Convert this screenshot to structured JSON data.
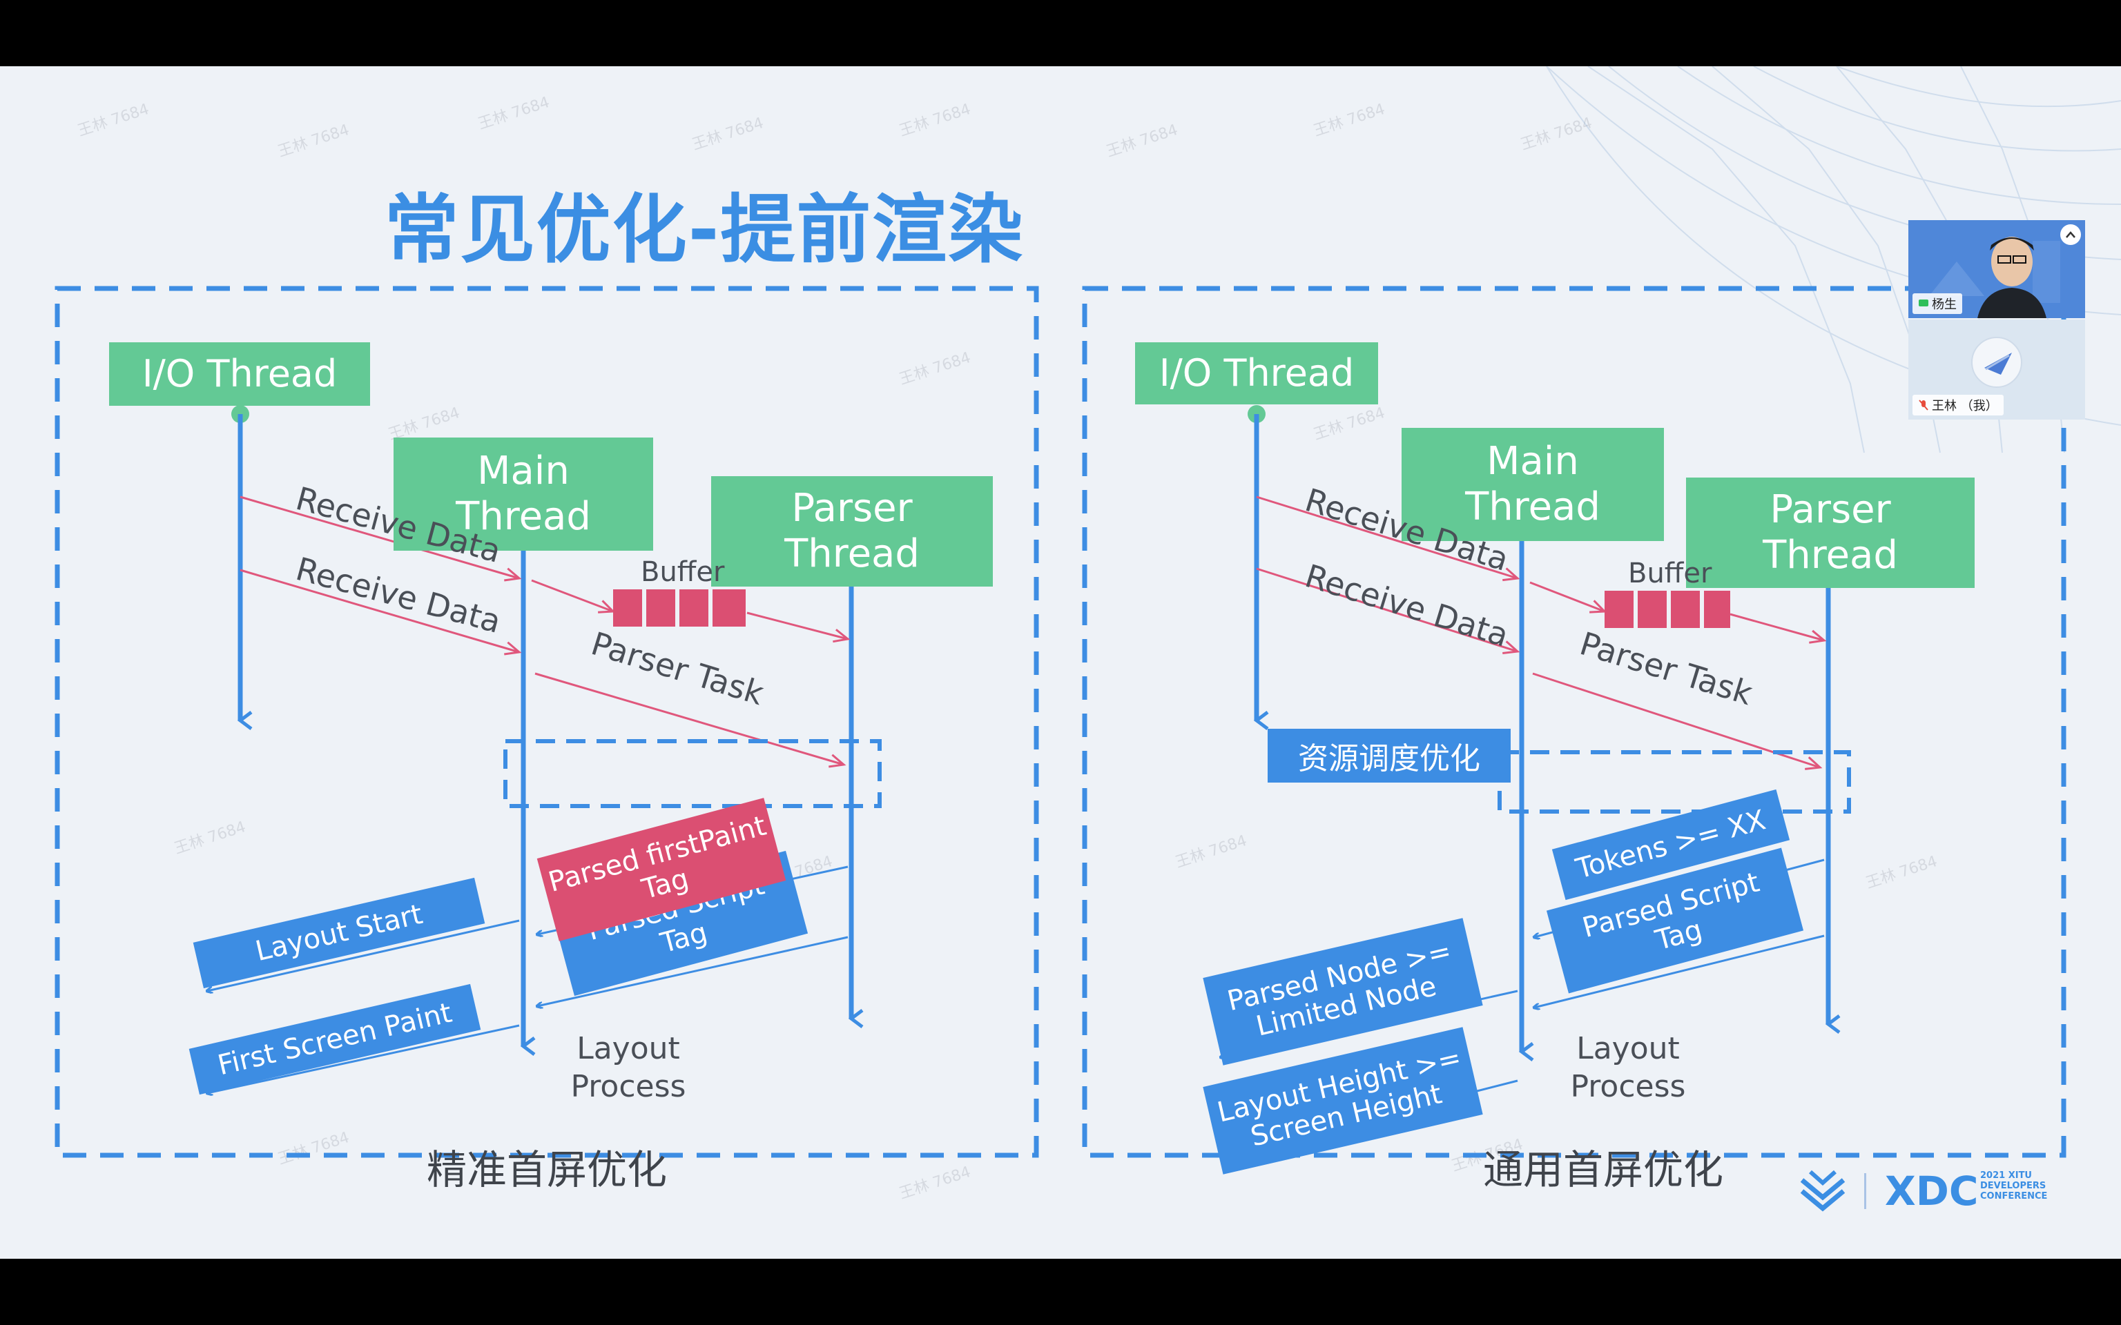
{
  "title": "常见优化-提前渲染",
  "watermark": "王林 7684",
  "colors": {
    "accent_blue": "#3b8ee3",
    "thread_green": "#63c995",
    "tag_blue": "#3d8de3",
    "tag_red": "#db4f72",
    "arrow_pink": "#e0577c"
  },
  "left_panel": {
    "io_thread": "I/O Thread",
    "main_thread": "Main\nThread",
    "parser_thread": "Parser\nThread",
    "receive_data_1": "Receive Data",
    "receive_data_2": "Receive Data",
    "buffer": "Buffer",
    "parser_task": "Parser Task",
    "tag_first_paint": "Parsed firstPaint\nTag",
    "tag_script": "Parsed Script\nTag",
    "layout_start": "Layout Start",
    "first_screen_paint": "First Screen Paint",
    "layout_process": "Layout\nProcess",
    "caption": "精准首屏优化"
  },
  "right_panel": {
    "io_thread": "I/O Thread",
    "main_thread": "Main\nThread",
    "parser_thread": "Parser\nThread",
    "receive_data_1": "Receive Data",
    "receive_data_2": "Receive Data",
    "buffer": "Buffer",
    "parser_task": "Parser Task",
    "resource_scheduling": "资源调度优化",
    "tag_tokens": "Tokens >= XX",
    "tag_script": "Parsed Script\nTag",
    "parsed_node": "Parsed Node >=\nLimited Node",
    "layout_height": "Layout Height >=\nScreen Height",
    "layout_process": "Layout\nProcess",
    "caption": "通用首屏优化"
  },
  "video": {
    "participant_1": "杨生",
    "participant_2": "王林 （我）"
  },
  "logo": {
    "text": "XDC",
    "sub_line_1": "2021 XITU",
    "sub_line_2": "DEVELOPERS",
    "sub_line_3": "CONFERENCE"
  }
}
